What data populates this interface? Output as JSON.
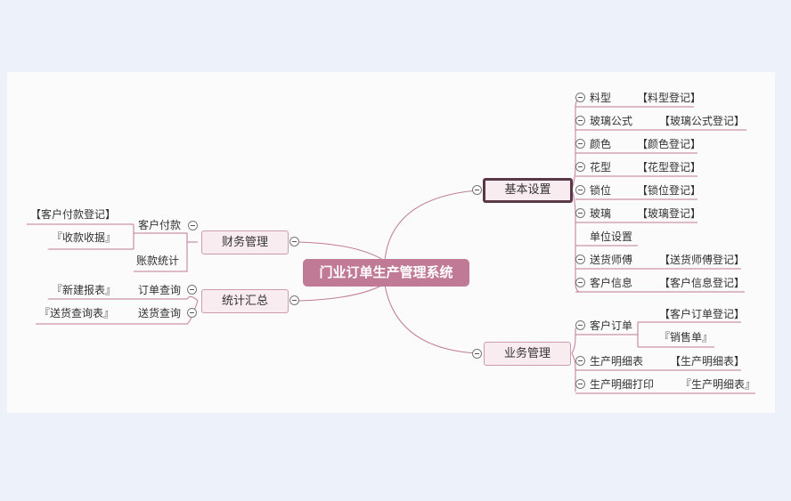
{
  "root": {
    "label": "门业订单生产管理系统"
  },
  "basic": {
    "label": "基本设置",
    "items": [
      {
        "name": "料型",
        "link": "【料型登记】"
      },
      {
        "name": "玻璃公式",
        "link": "【玻璃公式登记】"
      },
      {
        "name": "颜色",
        "link": "【颜色登记】"
      },
      {
        "name": "花型",
        "link": "【花型登记】"
      },
      {
        "name": "锁位",
        "link": "【锁位登记】"
      },
      {
        "name": "玻璃",
        "link": "【玻璃登记】"
      },
      {
        "name": "单位设置"
      },
      {
        "name": "送货师傅",
        "link": "【送货师傅登记】"
      },
      {
        "name": "客户信息",
        "link": "【客户信息登记】"
      }
    ]
  },
  "business": {
    "label": "业务管理",
    "items": [
      {
        "name": "客户订单",
        "links": [
          "【客户订单登记】",
          "『销售单』"
        ]
      },
      {
        "name": "生产明细表",
        "link": "【生产明细表】"
      },
      {
        "name": "生产明细打印",
        "link": "『生产明细表』"
      }
    ]
  },
  "finance": {
    "label": "财务管理",
    "items": [
      {
        "name": "客户付款",
        "links": [
          "【客户付款登记】",
          "『收款收据』"
        ]
      },
      {
        "name": "账款统计"
      }
    ]
  },
  "stats": {
    "label": "统计汇总",
    "items": [
      {
        "name": "订单查询",
        "link": "『新建报表』"
      },
      {
        "name": "送货查询",
        "link": "『送货查询表』"
      }
    ]
  },
  "colors": {
    "line": "#c07a95",
    "root_fill": "#c07a95",
    "node_fill": "#f8ecf1",
    "selected_border": "#5b3848"
  }
}
